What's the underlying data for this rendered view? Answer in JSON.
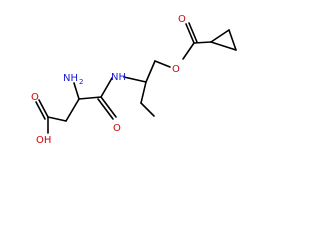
{
  "molecule": {
    "atom_labels": {
      "nh2": "NH",
      "nh2_sub": "2",
      "nh": "NH",
      "o_ester": "O",
      "o_carbonyl_ester": "O",
      "o_amide": "O",
      "o_acid": "O",
      "oh_acid": "OH"
    },
    "colors": {
      "oxygen": "#d40000",
      "nitrogen": "#1a1ad4",
      "bond": "#000000",
      "background": "#ffffff"
    }
  }
}
